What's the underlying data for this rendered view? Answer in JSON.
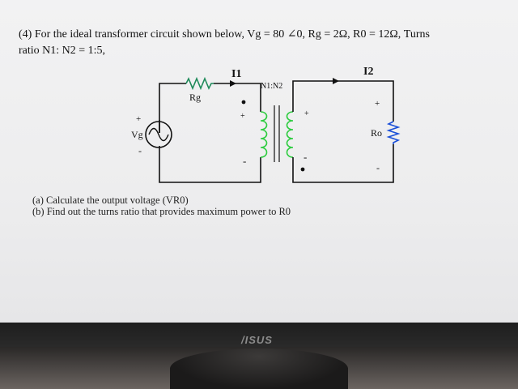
{
  "question": {
    "number": "(4)",
    "text_line1": "For the ideal transformer circuit shown below, Vg = 80 ∠0, Rg = 2Ω, R0 = 12Ω, Turns",
    "text_line2": "ratio N1: N2 = 1:5,"
  },
  "circuit": {
    "current_primary": "I1",
    "current_secondary": "I2",
    "turns_label": "N1:N2",
    "source_label": "Vg",
    "source_plus": "+",
    "source_minus": "-",
    "rg_label": "Rg",
    "ro_label": "Ro",
    "primary_plus": "+",
    "primary_minus": "-",
    "secondary_plus": "+",
    "secondary_minus": "-",
    "load_plus": "+",
    "load_minus": "-",
    "colors": {
      "resistor_rg": "#1f8a5a",
      "coil": "#2ecc40",
      "resistor_ro": "#1a4fd8",
      "wire": "#111111"
    }
  },
  "parts": {
    "a": "(a) Calculate the output voltage (VR0)",
    "b": "(b) Find out the turns ratio that provides maximum power to R0"
  },
  "monitor": {
    "brand": "/ISUS"
  }
}
